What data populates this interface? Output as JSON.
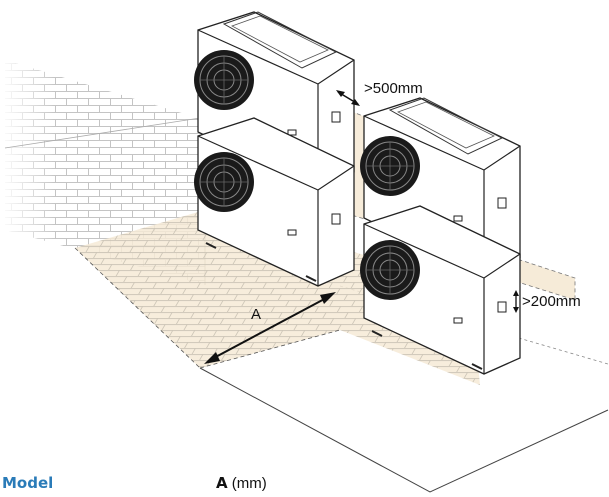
{
  "diagram": {
    "labels": {
      "top_clearance": ">500mm",
      "gap_clearance": ">200mm",
      "front_distance": "A"
    },
    "units": [
      {
        "id": "left-top",
        "icon": "outdoor-unit-icon"
      },
      {
        "id": "left-bottom",
        "icon": "outdoor-unit-icon"
      },
      {
        "id": "right-top",
        "icon": "outdoor-unit-icon"
      },
      {
        "id": "right-bottom",
        "icon": "outdoor-unit-icon"
      }
    ],
    "colors": {
      "zone_fill": "#f7ecd9",
      "brick_stroke": "#bdbdbd",
      "line": "#222222"
    }
  },
  "table_header": {
    "model_label": "Model",
    "a_label": "A",
    "a_unit": "(mm)"
  }
}
